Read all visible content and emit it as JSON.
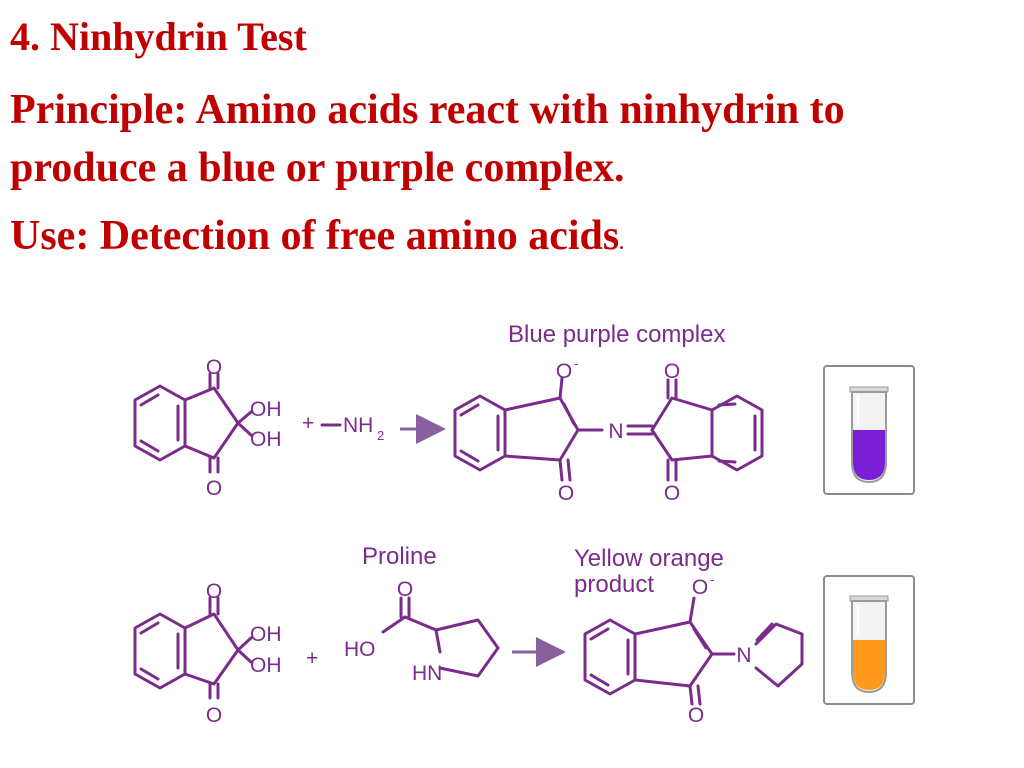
{
  "slide": {
    "title": "4. Ninhydrin Test",
    "principle_line1": "Principle: Amino acids react with ninhydrin to",
    "principle_line2": "produce a blue or purple complex.",
    "use": "Use: Detection of free amino acids",
    "use_period": "."
  },
  "diagram": {
    "reaction1": {
      "product_label": "Blue purple complex",
      "reactant_groups": [
        "OH",
        "OH"
      ],
      "amine": "NH",
      "amine_subscript": "2",
      "tube_color": "#7b1fd6"
    },
    "reaction2": {
      "reagent_label": "Proline",
      "product_label_line1": "Yellow orange",
      "product_label_line2": "product",
      "reactant_groups": [
        "OH",
        "OH"
      ],
      "proline_groups": [
        "HO",
        "HN"
      ],
      "tube_color": "#ff9a1f"
    },
    "atom_labels": {
      "oxygen": "O",
      "nitrogen": "N",
      "oxide_charge": "-",
      "plus": "+"
    },
    "colors": {
      "title": "#c00000",
      "structure": "#7a2c8a",
      "arrow": "#8a5fa0"
    }
  }
}
